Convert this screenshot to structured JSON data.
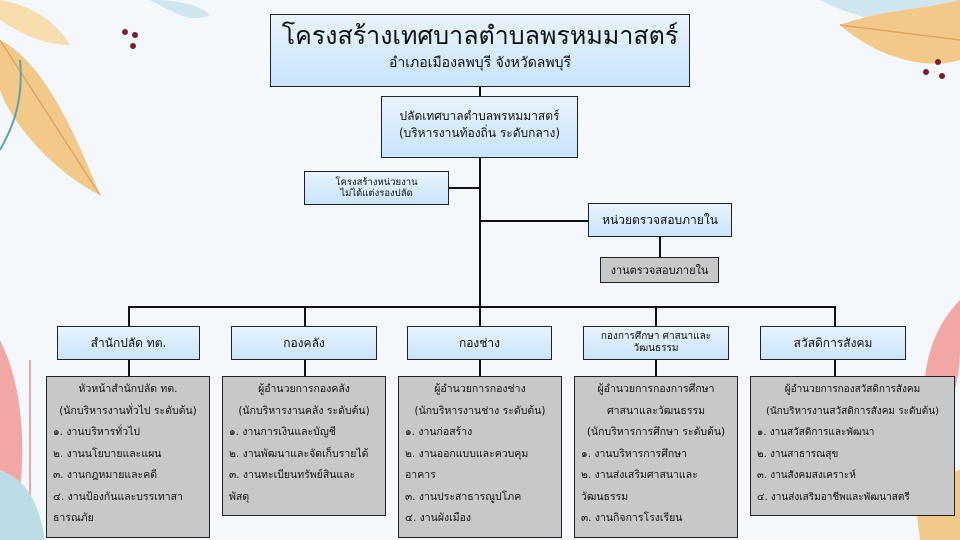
{
  "title": {
    "main": "โครงสร้างเทศบาลตำบลพรหมมาสตร์",
    "sub": "อำเภอเมืองลพบุรี จังหวัดลพบุรี"
  },
  "top": {
    "line1": "ปลัดเทศบาลตำบลพรหมมาสตร์",
    "line2": "(บริหารงานท้องถิ่น ระดับกลาง)"
  },
  "side_note": {
    "line1": "โครงสร้างหน่วยงาน",
    "line2": "ไม่ได้แต่งรองปลัด"
  },
  "audit": {
    "unit": "หน่วยตรวจสอบภายใน",
    "task": "งานตรวจสอบภายใน"
  },
  "departments": [
    {
      "name": "สำนักปลัด ทต.",
      "details": [
        "หัวหน้าสำนักปลัด ทต.",
        "(นักบริหารงานทั่วไป ระดับต้น)",
        "๑. งานบริหารทั่วไป",
        "๒. งานนโยบายและแผน",
        "๓. งานกฎหมายและคดี",
        "๔. งานป้องกันและบรรเทาสา",
        "ธารณภัย"
      ]
    },
    {
      "name": "กองคลัง",
      "details": [
        "ผู้อำนวยการกองคลัง",
        "(นักบริหารงานคลัง ระดับต้น)",
        "๑. งานการเงินและบัญชี",
        "๒. งานพัฒนาและจัดเก็บรายได้",
        "๓. งานทะเบียนทรัพย์สินและ",
        "พัสดุ"
      ]
    },
    {
      "name": "กองช่าง",
      "details": [
        "ผู้อำนวยการกองช่าง",
        "(นักบริหารงานช่าง ระดับต้น)",
        "๑. งานก่อสร้าง",
        "๒. งานออกแบบและควบคุม",
        "อาคาร",
        "๓. งานประสาธารณูปโภค",
        "๔. งานผังเมือง"
      ]
    },
    {
      "name": "กองการศึกษา ศาสนาและ วัฒนธรรม",
      "details": [
        "ผู้อำนวยการกองการศึกษา",
        "ศาสนาและวัฒนธรรม",
        "(นักบริหารการศึกษา ระดับต้น)",
        "๑. งานบริหารการศึกษา",
        "๒. งานส่งเสริมศาสนาและ",
        "วัฒนธรรม",
        "๓. งานกิจการโรงเรียน"
      ]
    },
    {
      "name": "สวัสดิการสังคม",
      "details": [
        "ผู้อำนวยการกองสวัสดิการสังคม",
        "(นักบริหารงานสวัสดิการสังคม ระดับต้น)",
        "๑. งานสวัสดิการและพัฒนา",
        "๒. งานสาธารณสุข",
        "๓. งานสังคมสงเคราะห์",
        "๔. งานส่งเสริมอาชีพและพัฒนาสตรี"
      ]
    }
  ]
}
